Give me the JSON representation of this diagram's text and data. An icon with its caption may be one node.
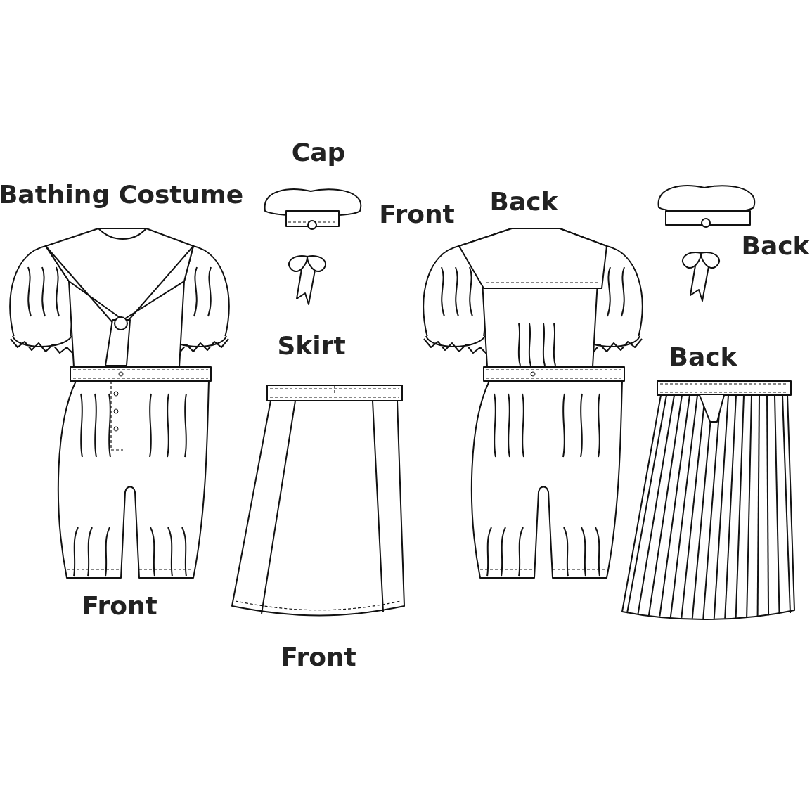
{
  "diagram": {
    "title": "Bathing Costume",
    "labels": [
      "Cap",
      "Front",
      "Back",
      "Back",
      "Skirt",
      "Back",
      "Front",
      "Front"
    ]
  }
}
